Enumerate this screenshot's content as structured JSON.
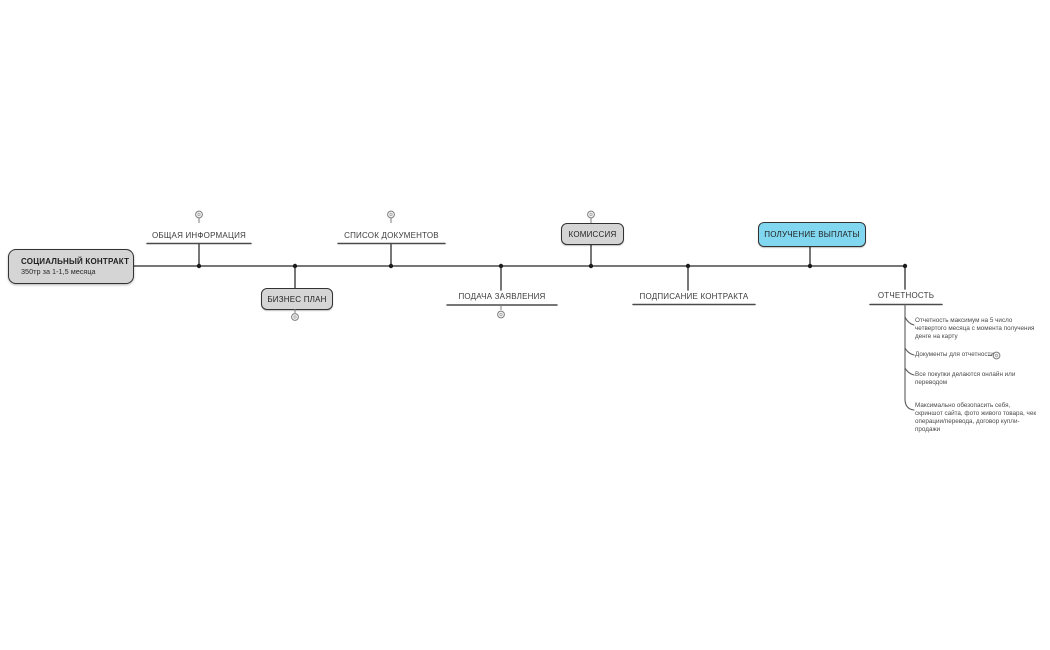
{
  "root": {
    "title": "СОЦИАЛЬНЫЙ КОНТРАКТ",
    "subtitle": "350тр за 1-1,5 месяца"
  },
  "topics": {
    "general_info": "ОБЩАЯ ИНФОРМАЦИЯ",
    "business_plan": "БИЗНЕС ПЛАН",
    "documents_list": "СПИСОК ДОКУМЕНТОВ",
    "application": "ПОДАЧА ЗАЯВЛЕНИЯ",
    "commission": "КОМИССИЯ",
    "contract_signing": "ПОДПИСАНИЕ КОНТРАКТА",
    "payment": "ПОЛУЧЕНИЕ ВЫПЛАТЫ",
    "reporting": "ОТЧЕТНОСТЬ"
  },
  "reporting_subtopics": {
    "deadline": "Отчетность максимум на 5 число\nчетвертого месяца  с момента получения\nденге на карту",
    "documents": "Документы для отчетности",
    "purchases": "Все покупки делаются онлайн или\nпереводом",
    "safety": "Максимально обезопасить себя,\nскриншот сайта, фото живого товара, чек\nоперации/перевода, договор купли-\nпродажи"
  },
  "colors": {
    "node_gray": "#d5d5d5",
    "node_blue": "#82d7f0",
    "line": "#4a4a4a",
    "border": "#333333"
  }
}
